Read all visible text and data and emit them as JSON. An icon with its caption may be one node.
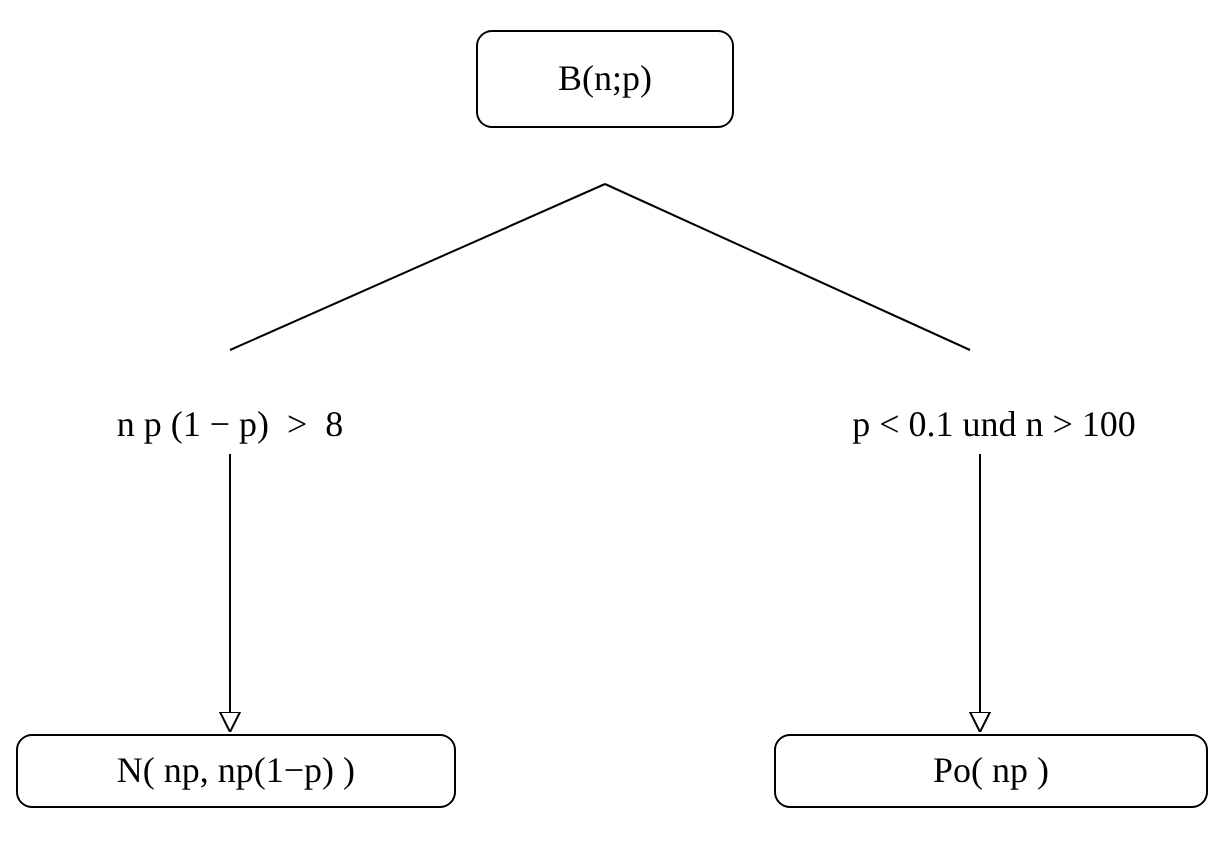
{
  "diagram": {
    "nodes": [
      {
        "text": [
          "B(n;p)"
        ]
      },
      {
        "text": [
          "n p (1 − p)  >  8"
        ]
      },
      {
        "text": [
          "p < 0.1 und n > 100"
        ]
      },
      {
        "text": [
          "N( np, np(1−p) )"
        ]
      },
      {
        "text": [
          "Po( np )"
        ]
      }
    ],
    "edges": [
      {
        "from": 0,
        "to": 1,
        "arrow": "none"
      },
      {
        "from": 0,
        "to": 2,
        "arrow": "none"
      },
      {
        "from": 1,
        "to": 3,
        "arrow": "to"
      },
      {
        "from": 2,
        "to": 4,
        "arrow": "to"
      }
    ]
  }
}
